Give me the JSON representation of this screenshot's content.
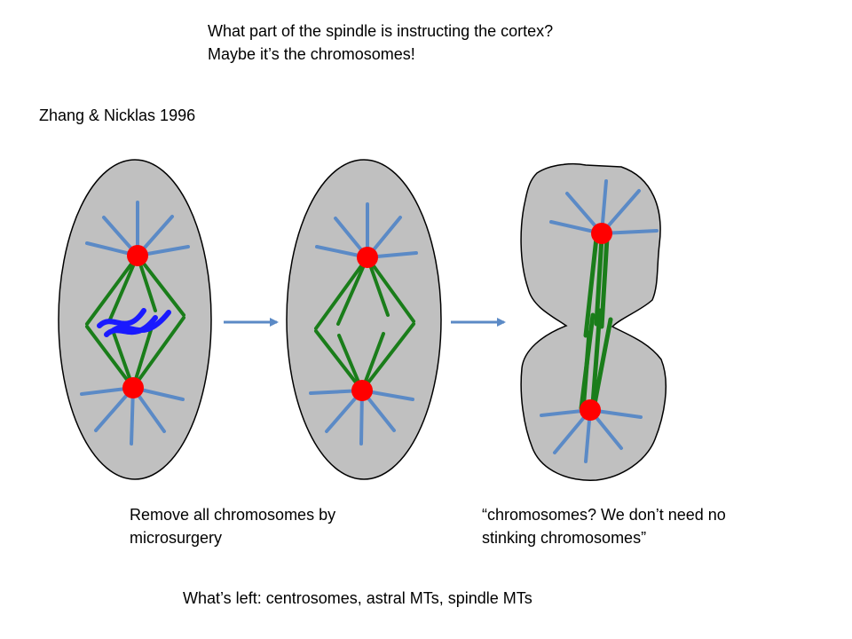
{
  "question": {
    "line1": "What part of the spindle is instructing the cortex?",
    "line2": "Maybe it’s the chromosomes!"
  },
  "citation": "Zhang & Nicklas 1996",
  "caption_left": {
    "line1": "Remove all chromosomes by",
    "line2": "microsurgery"
  },
  "caption_right": {
    "line1": "“chromosomes?  We don’t need no",
    "line2": "stinking chromosomes”"
  },
  "caption_bottom": "What’s left:   centrosomes, astral MTs, spindle MTs",
  "colors": {
    "cell_fill": "#c0c0c0",
    "cell_stroke": "#000000",
    "centrosome": "#ff0000",
    "astral_mt": "#5b8ac6",
    "spindle_mt": "#1a7d1a",
    "chromosome": "#1a1aff",
    "arrow": "#5b8ac6"
  }
}
